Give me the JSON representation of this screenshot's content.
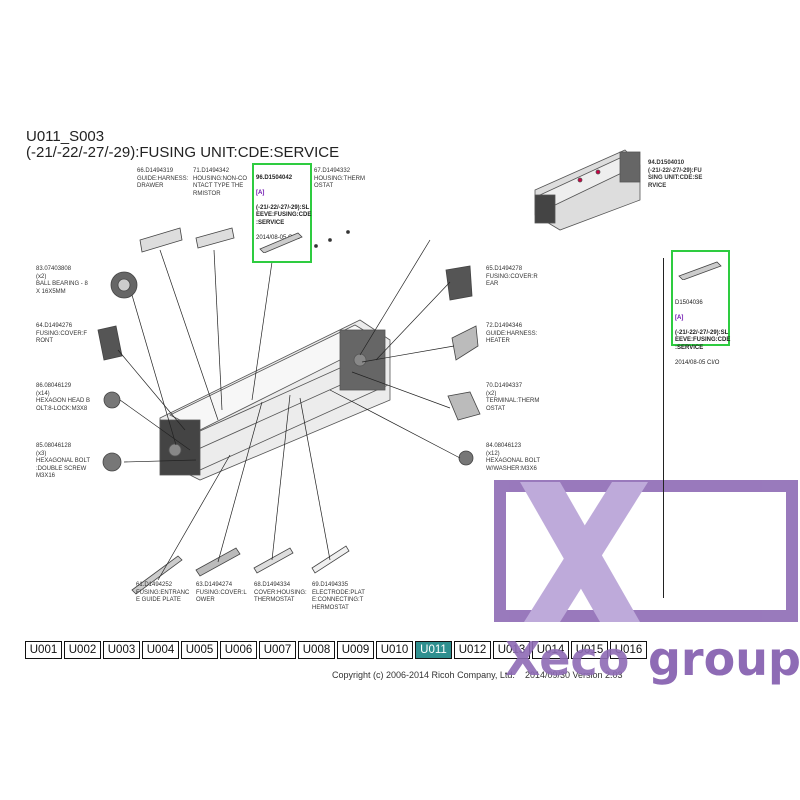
{
  "header": {
    "code": "U011_S003",
    "title": "(-21/-22/-27/-29):FUSING UNIT:CDE:SERVICE"
  },
  "parts": {
    "p66": "66.D1494319\nGUIDE:HARNESS:\nDRAWER",
    "p71": "71.D1494342\nHOUSING:NON-CO\nNTACT TYPE THE\nRMISTOR",
    "p67": "67.D1494332\nHOUSING:THERM\nOSTAT",
    "p83": "83.07403808\n(x2)\nBALL BEARING - 8\nX 16X5MM",
    "p64": "64.D1494276\nFUSING:COVER:F\nRONT",
    "p86": "86.08046129\n(x14)\nHEXAGON HEAD B\nOLT:8-LOCK:M3X8",
    "p85": "85.08046128\n(x3)\nHEXAGONAL BOLT\n:DOUBLE SCREW\nM3X16",
    "p65": "65.D1494278\nFUSING:COVER:R\nEAR",
    "p72": "72.D1494346\nGUIDE:HARNESS:\nHEATER",
    "p70": "70.D1494337\n(x2)\nTERMINAL:THERM\nOSTAT",
    "p84": "84.08046123\n(x12)\nHEXAGONAL BOLT\nW/WASHER:M3X6",
    "p61": "61.D1494252\nFUSING:ENTRANC\nE GUIDE PLATE",
    "p63": "63.D1494274\nFUSING:COVER:L\nOWER",
    "p68": "68.D1494334\nCOVER:HOUSING:\nTHERMOSTAT",
    "p69": "69.D1494335\nELECTRODE:PLAT\nE:CONNECTING:T\nHERMOSTAT",
    "p94": "94.D1504010\n(-21/-22/-27/-29):FU\nSING UNIT:CDE:SE\nRVICE"
  },
  "highlight_a": {
    "number": "96.D1504042",
    "tag": "[A]",
    "desc": "(-21/-22/-27/-29):SL\nEEVE:FUSING:CDE\n:SERVICE",
    "date": "2014/08-05 CI/O"
  },
  "highlight_b": {
    "number": "D1504036",
    "tag": "[A]",
    "desc": "(-21/-22/-27/-29):SL\nEEVE:FUSING:CDE\n:SERVICE",
    "date": "2014/08-05 CI/O"
  },
  "nav": {
    "items": [
      "U001",
      "U002",
      "U003",
      "U004",
      "U005",
      "U006",
      "U007",
      "U008",
      "U009",
      "U010",
      "U011",
      "U012",
      "U013",
      "U014",
      "U015",
      "U016"
    ],
    "active": "U011"
  },
  "footer": {
    "copyright": "Copyright (c) 2006-2014 Ricoh Company, Ltd.",
    "version": "2014/09/30 Version 2.03"
  },
  "watermark": {
    "x": "X",
    "eco": "eco",
    "group": "group"
  },
  "colors": {
    "highlight_border": "#2ecc40",
    "active_nav": "#2e8f8f",
    "logo_purple": "#8e6bb5",
    "tag_purple": "#6a0dad"
  }
}
